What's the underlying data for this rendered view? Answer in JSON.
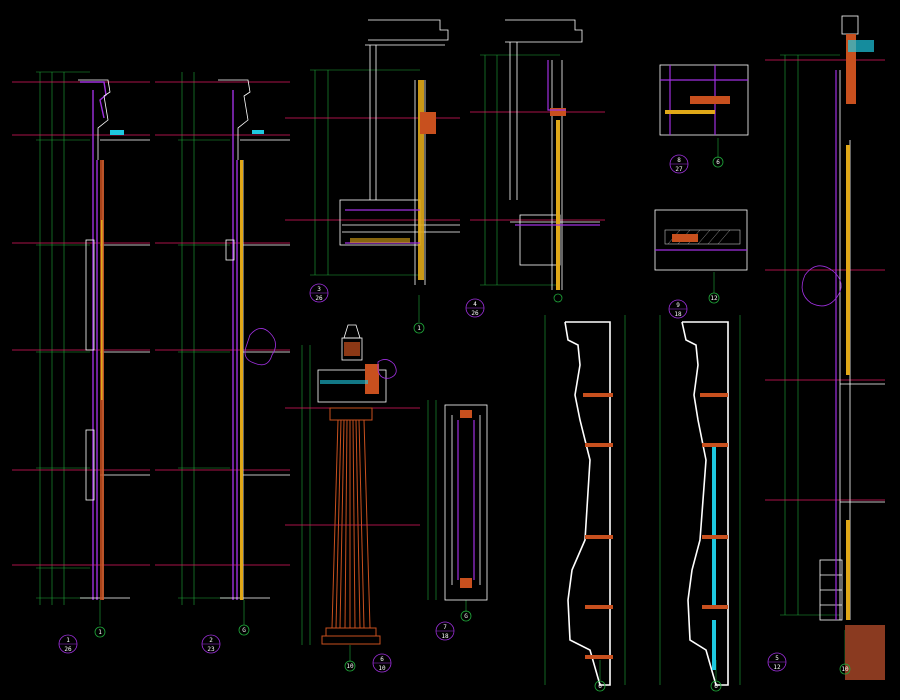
{
  "colors": {
    "background": "#000000",
    "dimension": "#1fa83a",
    "level_line": "#e01860",
    "outline": "#ffffff",
    "wall": "#a030e0",
    "column_fill": "#c8501e",
    "glass": "#e0a818",
    "hatch": "#c0c0c0",
    "cyan": "#1ec8e0",
    "text": "#ffffff"
  },
  "details": [
    {
      "id": "section-1",
      "axis": "1",
      "num": "1",
      "sheet": "26"
    },
    {
      "id": "section-2",
      "axis": "G",
      "num": "2",
      "sheet": "23"
    },
    {
      "id": "section-3",
      "axis": "1",
      "num": "3",
      "sheet": "26"
    },
    {
      "id": "section-4",
      "axis": "",
      "num": "4",
      "sheet": "26"
    },
    {
      "id": "detail-8",
      "axis": "6",
      "num": "8",
      "sheet": "27"
    },
    {
      "id": "detail-9",
      "axis": "12",
      "num": "9",
      "sheet": "18"
    },
    {
      "id": "column-6",
      "axis": "10",
      "num": "6",
      "sheet": "10"
    },
    {
      "id": "detail-7",
      "axis": "G",
      "num": "7",
      "sheet": "18"
    },
    {
      "id": "cornice-a",
      "axis": "6",
      "num": "",
      "sheet": ""
    },
    {
      "id": "cornice-b",
      "axis": "6",
      "num": "",
      "sheet": ""
    },
    {
      "id": "section-5",
      "axis": "10",
      "num": "5",
      "sheet": "12"
    }
  ]
}
